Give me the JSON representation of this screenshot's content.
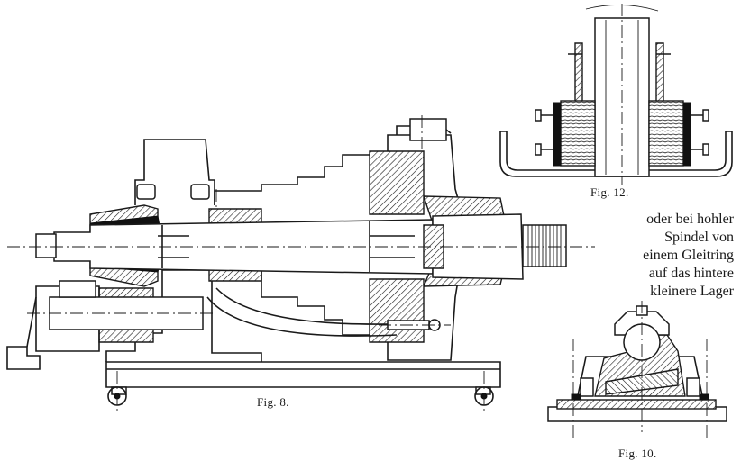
{
  "captions": {
    "fig8": "Fig. 8.",
    "fig12": "Fig. 12.",
    "fig10": "Fig. 10."
  },
  "text_block": {
    "lines": [
      "oder bei hohler",
      "Spindel von",
      "einem Gleitring",
      "auf das hintere",
      "kleinere Lager"
    ]
  }
}
